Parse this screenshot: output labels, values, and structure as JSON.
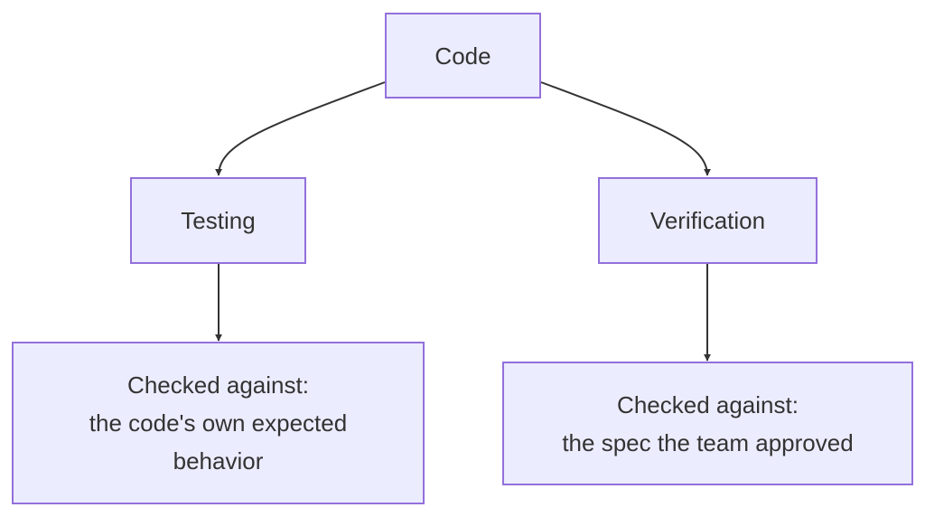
{
  "diagram": {
    "nodes": {
      "code": {
        "label": "Code"
      },
      "testing": {
        "label": "Testing"
      },
      "verification": {
        "label": "Verification"
      },
      "testing_check": {
        "lines": [
          "Checked against:",
          "the code's own expected",
          "behavior"
        ]
      },
      "verification_check": {
        "lines": [
          "Checked against:",
          "the spec the team approved"
        ]
      }
    },
    "edges": [
      {
        "from": "code",
        "to": "testing"
      },
      {
        "from": "code",
        "to": "verification"
      },
      {
        "from": "testing",
        "to": "testing_check"
      },
      {
        "from": "verification",
        "to": "verification_check"
      }
    ],
    "colors": {
      "node_fill": "#ececff",
      "node_border": "#9370db",
      "edge": "#333333",
      "text": "#333333"
    }
  }
}
